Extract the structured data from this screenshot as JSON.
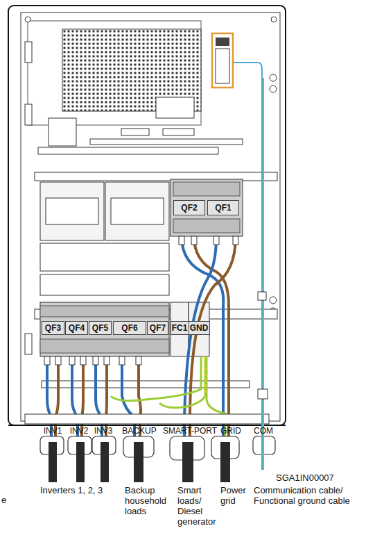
{
  "diagram": {
    "nodes": [
      {
        "text": [
          "QF2"
        ]
      },
      {
        "text": [
          "QF1"
        ]
      },
      {
        "text": [
          "QF3"
        ]
      },
      {
        "text": [
          "QF4"
        ]
      },
      {
        "text": [
          "QF5"
        ]
      },
      {
        "text": [
          "QF6"
        ]
      },
      {
        "text": [
          "QF7"
        ]
      },
      {
        "text": [
          "FC1"
        ]
      },
      {
        "text": [
          "GND"
        ]
      }
    ],
    "labels": [
      "INV1",
      "INV2",
      "INV3",
      "BACKUP",
      "SMART-PORT",
      "GRID",
      "COM",
      "SGA1IN00007",
      "Inverters 1, 2, 3",
      "Backup household loads",
      "Smart loads/ Diesel generator",
      "Power grid",
      "Communication cable/ Functional ground cable",
      "e"
    ]
  }
}
